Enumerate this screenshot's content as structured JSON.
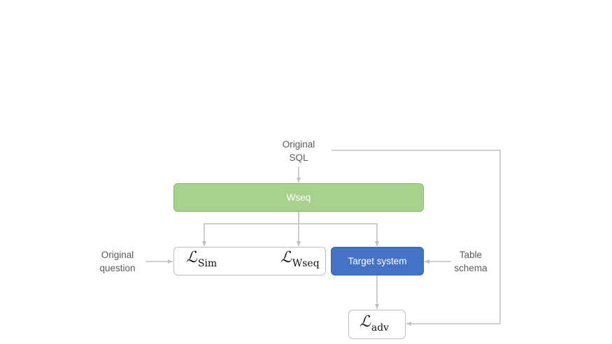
{
  "nodes": {
    "original_sql": [
      "Original",
      "SQL"
    ],
    "original_question": [
      "Original",
      "question"
    ],
    "table_schema": [
      "Table",
      "schema"
    ],
    "wseq": "Wseq",
    "target_system": "Target system",
    "loss_sim": {
      "symbol": "ℒ",
      "subscript": "Sim"
    },
    "loss_wseq": {
      "symbol": "ℒ",
      "subscript": "Wseq"
    },
    "loss_adv": {
      "symbol": "ℒ",
      "subscript": "adv"
    }
  },
  "colors": {
    "wseq_fill": "#a9d18e",
    "target_fill": "#4472c4",
    "arrow": "#bfbfbf",
    "text": "#5a5a5a"
  }
}
